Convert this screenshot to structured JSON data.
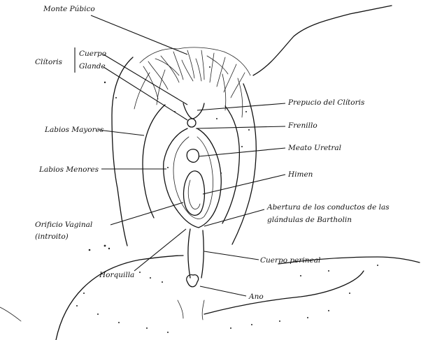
{
  "labels": {
    "monte_pubico": "Monte Púbico",
    "clitoris": "Clítoris",
    "cuerpo": "Cuerpo",
    "glande": "Glande",
    "prepucio": "Prepucio del Clítoris",
    "frenillo": "Frenillo",
    "labios_mayores": "Labios Mayores",
    "meato_uretral": "Meato Uretral",
    "labios_menores": "Labios Menores",
    "himen": "Himen",
    "abertura_line1": "Abertura de los conductos de las",
    "abertura_line2": "glándulas de Bartholin",
    "orificio_line1": "Orificio Vaginal",
    "orificio_line2": "(introito)",
    "cuerpo_perineal": "Cuerpo perineal",
    "horquilla": "Horquilla",
    "ano": "Ano"
  }
}
